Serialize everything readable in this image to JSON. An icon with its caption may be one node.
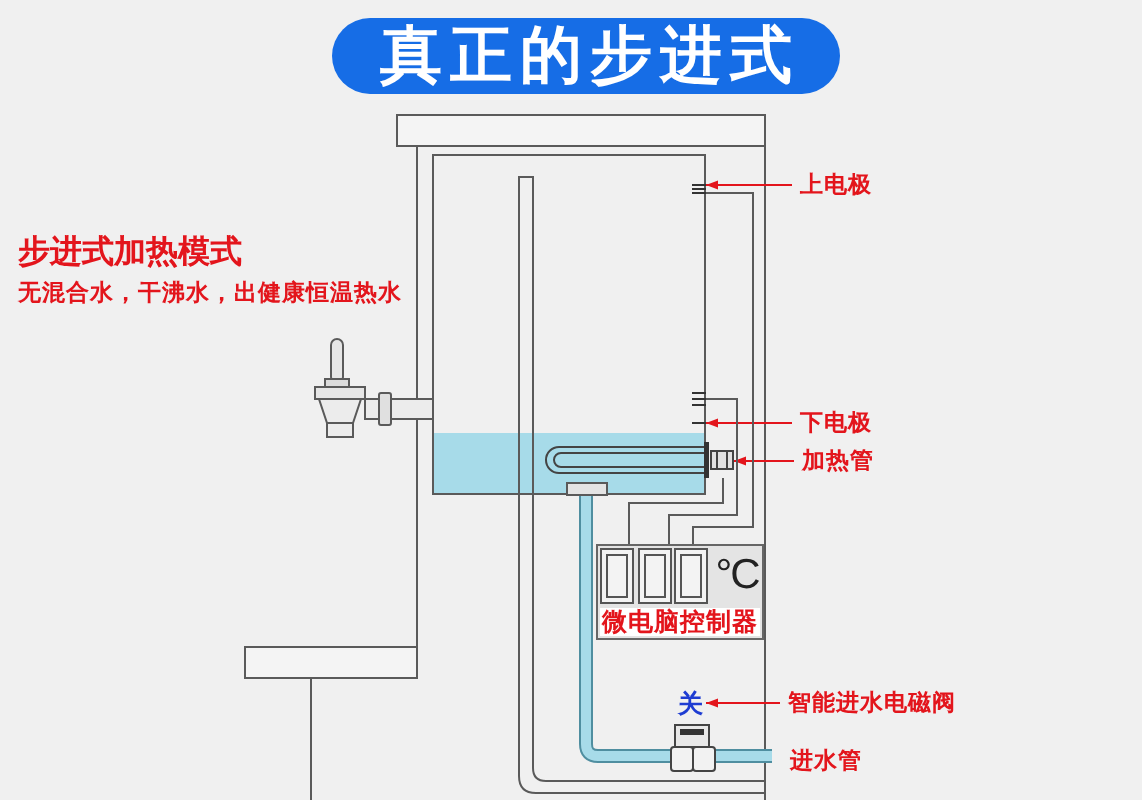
{
  "diagram": {
    "title": "真正的步进式",
    "nodes": [
      {
        "text": [
          "上电极"
        ]
      },
      {
        "text": [],
        "shape": "picture"
      },
      {
        "text": [
          "下电极"
        ]
      },
      {
        "text": [],
        "shape": "picture"
      },
      {
        "text": [
          "加热管"
        ]
      },
      {
        "text": [],
        "shape": "picture"
      },
      {
        "text": [
          "°C",
          "微电脑控制器"
        ]
      },
      {
        "text": [
          "智能进水电磁阀"
        ]
      },
      {
        "text": [
          "关"
        ]
      }
    ],
    "edges": [
      {
        "from": 0,
        "to": 1,
        "arrow": "to"
      },
      {
        "from": 2,
        "to": 3,
        "arrow": "to"
      },
      {
        "from": 4,
        "to": 5,
        "arrow": "to"
      },
      {
        "from": 7,
        "to": 8,
        "arrow": "to"
      },
      {
        "from": 1,
        "to": 6,
        "arrow": "none",
        "color": "#5a5a5a"
      },
      {
        "from": 3,
        "to": 6,
        "arrow": "none",
        "color": "#5a5a5a"
      },
      {
        "from": 5,
        "to": 6,
        "arrow": "none",
        "color": "#5a5a5a"
      }
    ],
    "labels": [
      "步进式加热模式",
      "无混合水，干沸水，出健康恒温热水",
      "进水管"
    ]
  }
}
